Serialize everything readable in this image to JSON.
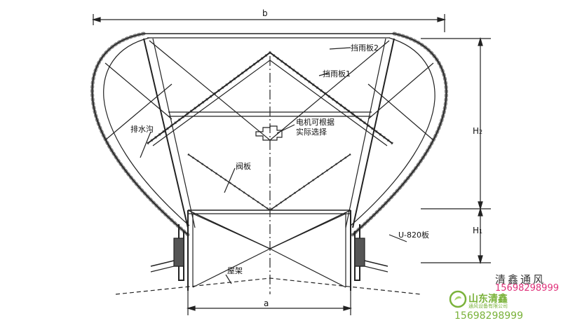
{
  "labels": {
    "baffle2": "挡雨板2",
    "baffle1": "挡雨板1",
    "motion_note_line1": "电机可根据",
    "motion_note_line2": "实际选择",
    "drain": "排水沟",
    "valve": "阀板",
    "u_plate": "U-820板",
    "roof_frame": "屋架"
  },
  "dimensions": {
    "b": "b",
    "a": "a",
    "h2": "H",
    "h2_sub": "2",
    "h1": "H",
    "h1_sub": "1"
  },
  "watermark": {
    "title": "清鑫通风",
    "phone_top": "15698298999",
    "company": "山东清鑫",
    "company_sub": "通风设备有限公司",
    "phone_bottom": "15698298999",
    "logo_colors": [
      "#7ab23a",
      "#a8d26a"
    ]
  },
  "colors": {
    "line": "#222222",
    "watermark_green": "#7ab23a",
    "phone_pink": "#e0327a"
  }
}
